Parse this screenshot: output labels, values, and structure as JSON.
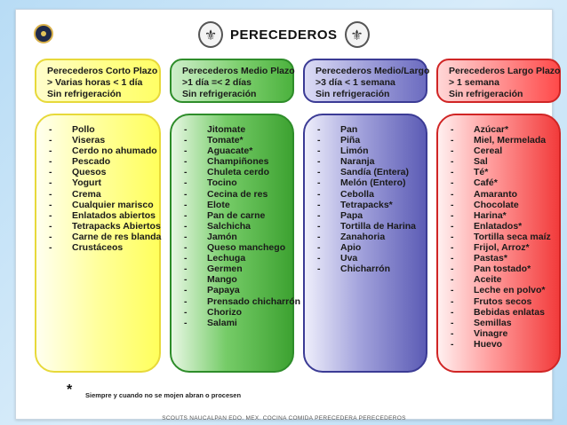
{
  "title": "PERECEDEROS",
  "icons": {
    "badge": "scout-badge-icon",
    "emblem": "fleur-de-lis-icon"
  },
  "columns": [
    {
      "color": "#ffff66",
      "header": [
        "Perecederos  Corto Plazo",
        "> Varias horas < 1 día",
        "Sin refrigeración"
      ],
      "items": [
        "Pollo",
        "Viseras",
        "Cerdo no ahumado",
        "Pescado",
        "Quesos",
        "Yogurt",
        "Crema",
        "Cualquier marisco",
        "Enlatados abiertos",
        "Tetrapacks Abiertos",
        "Carne de res blanda",
        "Crustáceos"
      ]
    },
    {
      "color": "#4cb23e",
      "header": [
        "Perecederos Medio Plazo",
        " >1 día =< 2 días",
        "Sin refrigeración"
      ],
      "items": [
        "Jitomate",
        "Tomate*",
        "Aguacate*",
        "Champiñones",
        "Chuleta cerdo",
        "Tocino",
        "Cecina de res",
        "Elote",
        "Pan de carne",
        "Salchicha",
        "Jamón",
        "Queso manchego",
        "Lechuga",
        "Germen",
        "Mango",
        "Papaya",
        "Prensado chicharrón",
        "Chorizo",
        "Salami"
      ]
    },
    {
      "color": "#6c6cc0",
      "header": [
        "Perecederos Medio/Largo",
        ">3 día < 1 semana",
        "Sin refrigeración"
      ],
      "items": [
        "Pan",
        "Piña",
        "Limón",
        "Naranja",
        "Sandía (Entera)",
        "Melón (Entero)",
        "Cebolla",
        "Tetrapacks*",
        "Papa",
        "Tortilla de Harina",
        "Zanahoria",
        "Apio",
        "Uva",
        "Chicharrón"
      ]
    },
    {
      "color": "#ff4a4a",
      "header": [
        "Perecederos Largo Plazo",
        "> 1 semana",
        "Sin refrigeración"
      ],
      "items": [
        "Azúcar*",
        "Miel, Mermelada",
        "Cereal",
        "Sal",
        "Té*",
        "Café*",
        "Amaranto",
        "Chocolate",
        "Harina*",
        "Enlatados*",
        "Tortilla seca maíz",
        "Frijol, Arroz*",
        "Pastas*",
        "Pan tostado*",
        "Aceite",
        "Leche en polvo*",
        "Frutos secos",
        "Bebidas enlatas",
        "Semillas",
        "Vinagre",
        "Huevo"
      ]
    }
  ],
  "list_bullet": "-",
  "asterisk": "*",
  "note": "Siempre y cuando no se mojen abran o procesen",
  "footer": "SCOUTS NAUCALPAN EDO. MEX. COCINA COMIDA PERECEDERA PERECEDEROS"
}
